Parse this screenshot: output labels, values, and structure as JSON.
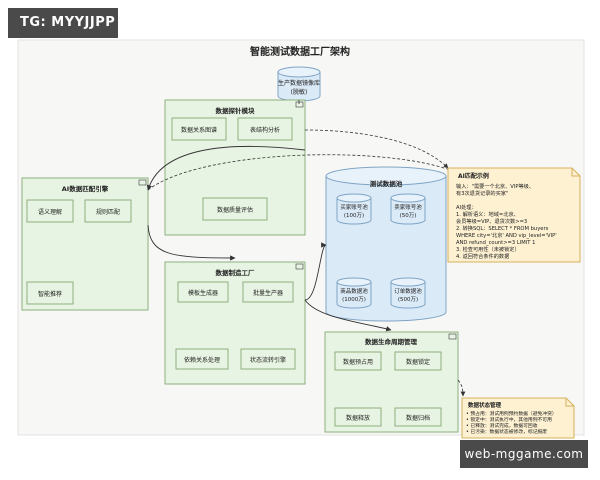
{
  "title": "智能测试数据工厂架构",
  "source_db": {
    "label1": "生产数据镜像库",
    "label2": "(脱敏)"
  },
  "modules": {
    "discovery": {
      "title": "数据探针模块",
      "items": [
        "数据关系图谱",
        "表结构分析",
        "数据质量评估"
      ]
    },
    "ai_match": {
      "title": "AI数据匹配引擎",
      "items": [
        "语义理解",
        "规则匹配",
        "智能推荐"
      ]
    },
    "factory": {
      "title": "数据制造工厂",
      "items": [
        "模板生成器",
        "批量生产器",
        "依赖关系处理",
        "状态流转引擎"
      ]
    },
    "pool": {
      "title": "测试数据池",
      "dbs": [
        {
          "l1": "买家账号池",
          "l2": "(100万)"
        },
        {
          "l1": "卖家账号池",
          "l2": "(50万)"
        },
        {
          "l1": "商品数据池",
          "l2": "(1000万)"
        },
        {
          "l1": "订单数据池",
          "l2": "(500万)"
        }
      ]
    },
    "lifecycle": {
      "title": "数据生命周期管理",
      "items": [
        "数据预占用",
        "数据锁定",
        "数据释放",
        "数据归档"
      ]
    }
  },
  "note_ai": {
    "title": "AI匹配示例",
    "lines": [
      "输入：\"需要一个北京、VIP等级、",
      "有3次退货记录的买家\"",
      "",
      "AI处理：",
      "1. 解析语义：地域=北京、",
      "   会员等级=VIP、退货次数>=3",
      "2. 转换SQL：SELECT * FROM buyers",
      "   WHERE city='北京' AND vip_level='VIP'",
      "   AND refund_count>=3 LIMIT 1",
      "3. 检查可用性（未被锁定）",
      "4. 返回符合条件的数据"
    ]
  },
  "note_state": {
    "title": "数据状态管理",
    "lines": [
      "• 预占用：测试用例预约数据（避免冲突）",
      "• 锁定中：测试执行中，其他用例不可用",
      "• 已释放：测试完成，数据可回收",
      "• 已污染：数据状态被修改，标记报废"
    ]
  },
  "watermarks": {
    "top": "TG: MYYJJPP",
    "bottom": "web-mggame.com"
  },
  "colors": {
    "module_fill": "#e8f4e3",
    "module_stroke": "#8bb07e",
    "pool_fill": "#dbeaf7",
    "pool_stroke": "#7fa4c4",
    "note_fill": "#fdf1d2",
    "note_stroke": "#d7b05a"
  }
}
